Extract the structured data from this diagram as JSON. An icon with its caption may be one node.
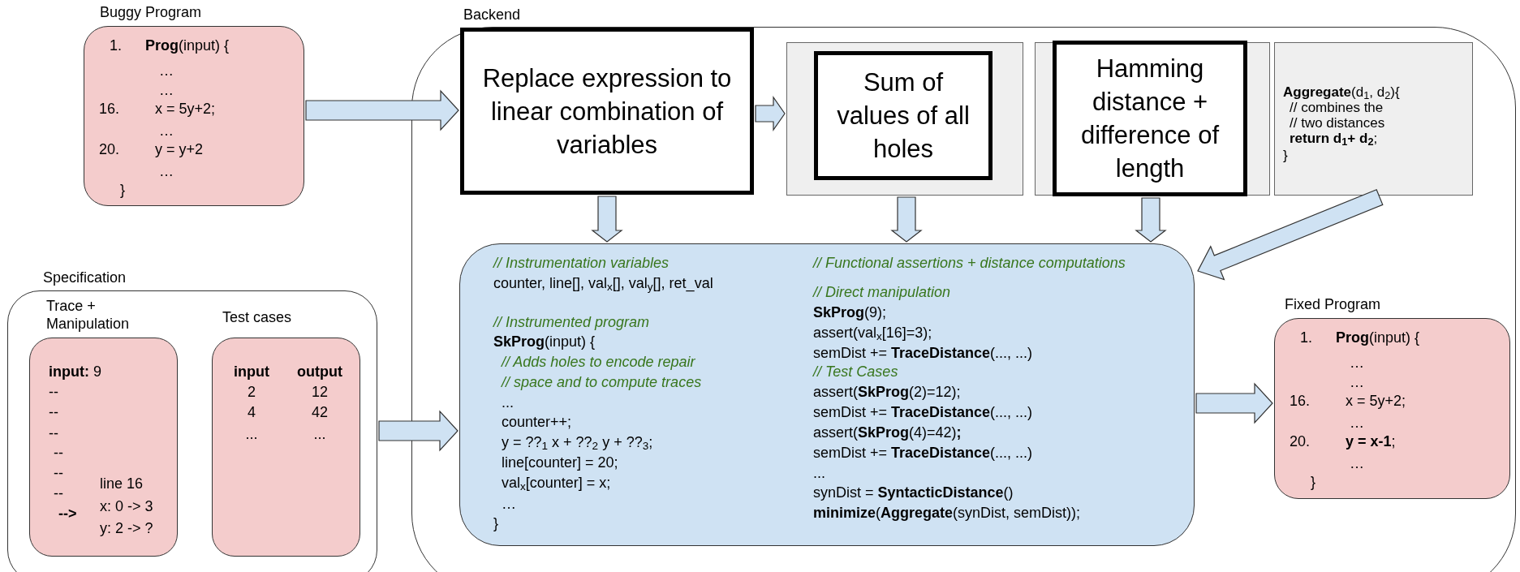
{
  "diagram": {
    "nodes": [
      {
        "text": [
          "Buggy Program",
          "1.",
          "**Prog**(input) {",
          "…",
          "…",
          "16.",
          "x = 5y+2;",
          "…",
          "20.",
          "y = y+2",
          "…",
          "}"
        ]
      },
      {
        "text": [
          "Backend"
        ]
      },
      {
        "text": [
          "Replace expression to linear combination of variables"
        ],
        "in": 1
      },
      {
        "text": [],
        "shape": "box",
        "in": 1
      },
      {
        "text": [
          "Sum of values of all holes"
        ],
        "in": 3
      },
      {
        "text": [],
        "shape": "box",
        "in": 1
      },
      {
        "text": [
          "Hamming distance + difference of length"
        ],
        "in": 5
      },
      {
        "text": [
          "**Aggregate**(d$_{1}$, d$_{2}$){",
          "// combines the",
          "// two distances",
          "**return d$_{1}$+ d$_{2}$**;",
          "}"
        ],
        "in": 1
      },
      {
        "text": [
          "// Instrumentation variables",
          "counter, line[], val$_{x}$[], val$_{y}$[], ret_val",
          "// Instrumented program",
          "**SkProg**(input) {",
          "// Adds holes to encode repair",
          "// space and to compute traces",
          "...",
          "counter++;",
          "y = ??$_{1}$ x + ??$_{2}$ y + ??$_{3}$;",
          "line[counter] = 20;",
          "val$_{x}$[counter] = x;",
          "…",
          "}",
          "// Functional assertions + distance computations",
          "// Direct manipulation",
          "**SkProg**(9);",
          "assert(val$_{x}$[16]=3);",
          "semDist += **TraceDistance**(..., ...)",
          "// Test Cases",
          "assert(**SkProg**(2)=12);",
          "semDist += **TraceDistance**(..., ...)",
          "assert(**SkProg**(4)=42)**;**",
          "semDist += **TraceDistance**(..., ...)",
          "...",
          "synDist = **SyntacticDistance**()",
          "**minimize**(**Aggregate**(synDist, semDist));"
        ],
        "in": 1
      },
      {
        "text": [
          "Fixed Program",
          "1.",
          "**Prog**(input) {",
          "…",
          "…",
          "16.",
          "x = 5y+2;",
          "…",
          "20.",
          "**y = x-1**;",
          "…",
          "}"
        ],
        "in": 1
      },
      {
        "text": [
          "Specification"
        ]
      },
      {
        "text": [
          "Trace + Manipulation",
          "**input:** 9",
          "--",
          "--",
          "--",
          "--",
          "--",
          "--",
          "-->",
          "line 16",
          "x: 0 -> 3",
          "y: 2 -> ?"
        ],
        "in": 10
      },
      {
        "text": [
          "Test cases",
          "input",
          "output",
          "2",
          "12",
          "4",
          "42",
          "...",
          "..."
        ],
        "in": 10
      }
    ],
    "edges": [
      {
        "from": 0,
        "to": 2,
        "arrow": "to"
      },
      {
        "from": 2,
        "to": 3,
        "arrow": "to"
      },
      {
        "from": 2,
        "to": 8,
        "arrow": "to"
      },
      {
        "from": 3,
        "to": 8,
        "arrow": "to"
      },
      {
        "from": 6,
        "to": 8,
        "arrow": "to"
      },
      {
        "from": 7,
        "to": 8,
        "arrow": "to"
      },
      {
        "from": 8,
        "to": 9,
        "arrow": "to"
      },
      {
        "from": 10,
        "to": 8,
        "arrow": "to"
      }
    ]
  }
}
